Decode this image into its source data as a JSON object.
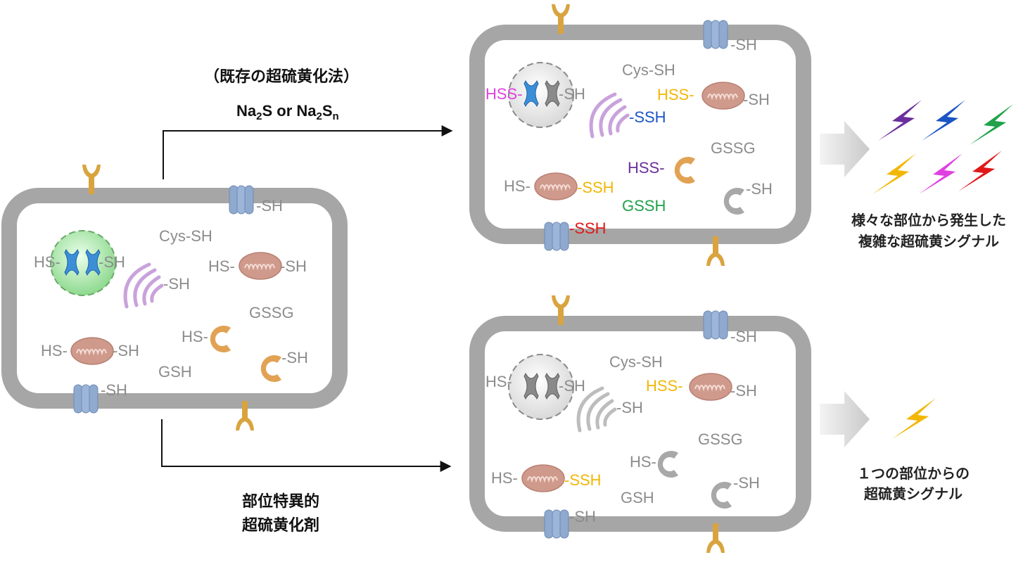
{
  "colors": {
    "membrane": "#a6a6a6",
    "label_gray": "#8c8c8c",
    "receptor": "#d9a43f",
    "channel": "#8fa9cf",
    "mito": "#cf9a8c",
    "nucleus_green": "#a8e6a8",
    "chromosome_blue": "#3c8fd6",
    "chromosome_gray": "#8a8a8a",
    "golgi_purple": "#c9a2dc",
    "golgi_gray": "#bdbdbd",
    "lysosome_orange": "#e2a254",
    "lysosome_gray": "#a8a8a8",
    "magenta": "#e040e0",
    "blue": "#1b55c4",
    "yellow": "#f2b705",
    "purple": "#6a2f9c",
    "green": "#1fa24a",
    "red": "#e01818"
  },
  "method_top": {
    "line1": "（既存の超硫黄化法）",
    "reagent_na2s_main": "Na",
    "reagent_sub2": "2",
    "reagent_s": "S",
    "reagent_or": " or ",
    "reagent_na2sn_main": "Na",
    "reagent_sub2b": "2",
    "reagent_s2": "S",
    "reagent_subn": "n"
  },
  "method_bottom": {
    "line1": "部位特異的",
    "line2": "超硫黄化剤"
  },
  "cell_left": {
    "channel_sh": "-SH",
    "channel_bottom_sh": "-SH",
    "nucleus_hs": "HS-",
    "nucleus_sh": "-SH",
    "cys": "Cys-SH",
    "golgi_sh": "-SH",
    "mito1_hs": "HS-",
    "mito1_sh": "-SH",
    "gssg": "GSSG",
    "mito2_hs": "HS-",
    "mito2_sh": "-SH",
    "lyso1_hs": "HS-",
    "lyso2_sh": "-SH",
    "gsh": "GSH"
  },
  "cell_top": {
    "channel_sh": "-SH",
    "channel_bottom_ssh": "-SSH",
    "nucleus_hss": "HSS-",
    "nucleus_sh": "-SH",
    "cys": "Cys-SH",
    "golgi_ssh": "-SSH",
    "mito1_hss": "HSS-",
    "mito1_sh": "-SH",
    "gssg": "GSSG",
    "mito2_hs": "HS-",
    "mito2_ssh": "-SSH",
    "lyso1_hss": "HSS-",
    "lyso2_sh": "-SH",
    "gssh": "GSSH"
  },
  "cell_bottom": {
    "channel_sh": "-SH",
    "channel_bottom_sh": "-SH",
    "nucleus_hs": "HS-",
    "nucleus_sh": "-SH",
    "cys": "Cys-SH",
    "golgi_sh": "-SH",
    "mito1_hss": "HSS-",
    "mito1_sh": "-SH",
    "gssg": "GSSG",
    "mito2_hs": "HS-",
    "mito2_ssh": "-SSH",
    "lyso1_hs": "HS-",
    "lyso2_sh": "-SH",
    "gsh": "GSH"
  },
  "result_top": {
    "line1": "様々な部位から発生した",
    "line2": "複雑な超硫黄シグナル"
  },
  "result_bottom": {
    "line1": "１つの部位からの",
    "line2": "超硫黄シグナル"
  }
}
